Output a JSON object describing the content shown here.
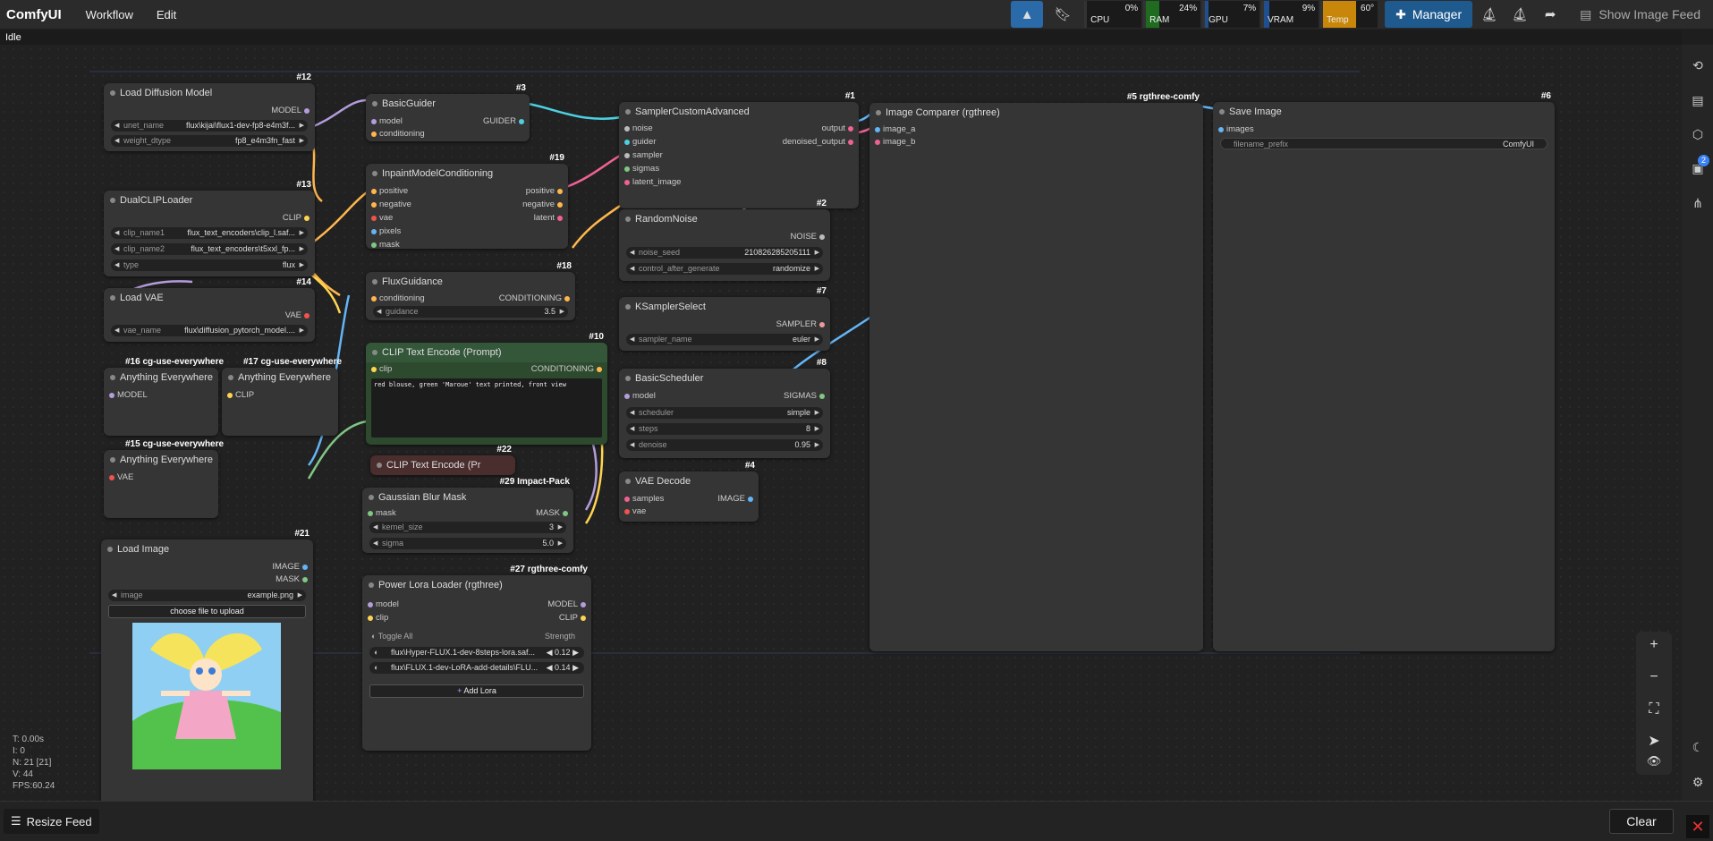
{
  "app": {
    "brand": "ComfyUI",
    "menus": [
      "Workflow",
      "Edit"
    ],
    "status": "Idle"
  },
  "topbar": {
    "meters": [
      {
        "label": "CPU",
        "value": "0%",
        "fill": 0.0,
        "color": "#2a6d2a"
      },
      {
        "label": "RAM",
        "value": "24%",
        "fill": 0.24,
        "color": "#1f6b1f"
      },
      {
        "label": "GPU",
        "value": "7%",
        "fill": 0.07,
        "color": "#1f4f8f"
      },
      {
        "label": "VRAM",
        "value": "9%",
        "fill": 0.09,
        "color": "#1f4f8f"
      },
      {
        "label": "Temp",
        "value": "60°",
        "fill": 0.6,
        "color": "#c8870a"
      }
    ],
    "manager_label": "Manager",
    "feed_label": "Show Image Feed"
  },
  "nodes": {
    "load_diffusion": {
      "id": "#12",
      "title": "Load Diffusion Model",
      "out": "MODEL",
      "unet_name_l": "unet_name",
      "unet_name_v": "flux\\kijai\\flux1-dev-fp8-e4m3f...",
      "weight_dtype_l": "weight_dtype",
      "weight_dtype_v": "fp8_e4m3fn_fast"
    },
    "dualclip": {
      "id": "#13",
      "title": "DualCLIPLoader",
      "out": "CLIP",
      "clip1_l": "clip_name1",
      "clip1_v": "flux_text_encoders\\clip_l.saf...",
      "clip2_l": "clip_name2",
      "clip2_v": "flux_text_encoders\\t5xxl_fp...",
      "type_l": "type",
      "type_v": "flux"
    },
    "loadvae": {
      "id": "#14",
      "title": "Load VAE",
      "out": "VAE",
      "vae_l": "vae_name",
      "vae_v": "flux\\diffusion_pytorch_model...."
    },
    "ae16": {
      "badge": "#16 cg-use-everywhere",
      "title": "Anything Everywhere",
      "in": "MODEL"
    },
    "ae17": {
      "badge": "#17 cg-use-everywhere",
      "title": "Anything Everywhere",
      "in": "CLIP"
    },
    "ae15": {
      "badge": "#15 cg-use-everywhere",
      "title": "Anything Everywhere",
      "in": "VAE"
    },
    "loadimage": {
      "id": "#21",
      "title": "Load Image",
      "out1": "IMAGE",
      "out2": "MASK",
      "image_l": "image",
      "image_v": "example.png",
      "upload": "choose file to upload"
    },
    "guider": {
      "id": "#3",
      "title": "BasicGuider",
      "in1": "model",
      "in2": "conditioning",
      "out": "GUIDER"
    },
    "inpaint": {
      "id": "#19",
      "title": "InpaintModelConditioning",
      "in": [
        "positive",
        "negative",
        "vae",
        "pixels",
        "mask"
      ],
      "out": [
        "positive",
        "negative",
        "latent"
      ]
    },
    "fluxguid": {
      "id": "#18",
      "title": "FluxGuidance",
      "in": "conditioning",
      "out": "CONDITIONING",
      "g_l": "guidance",
      "g_v": "3.5"
    },
    "clipenc": {
      "id": "#10",
      "title": "CLIP Text Encode (Prompt)",
      "in": "clip",
      "out": "CONDITIONING",
      "text": "red blouse, green 'Maroue' text printed, front view"
    },
    "clipenc2": {
      "id": "#22",
      "title": "CLIP Text Encode (Pr"
    },
    "gblur": {
      "badge": "#29 Impact-Pack",
      "title": "Gaussian Blur Mask",
      "in": "mask",
      "out": "MASK",
      "k_l": "kernel_size",
      "k_v": "3",
      "s_l": "sigma",
      "s_v": "5.0"
    },
    "powerlora": {
      "badge": "#27 rgthree-comfy",
      "title": "Power Lora Loader (rgthree)",
      "in1": "model",
      "in2": "clip",
      "out1": "MODEL",
      "out2": "CLIP",
      "toggle": "Toggle All",
      "strength": "Strength",
      "lora1": "flux\\Hyper-FLUX.1-dev-8steps-lora.saf...",
      "lora1_v": "0.12",
      "lora2": "flux\\FLUX.1-dev-LoRA-add-details\\FLU...",
      "lora2_v": "0.14",
      "add": "Add Lora"
    },
    "sampler": {
      "id": "#1",
      "title": "SamplerCustomAdvanced",
      "in": [
        "noise",
        "guider",
        "sampler",
        "sigmas",
        "latent_image"
      ],
      "out": [
        "output",
        "denoised_output"
      ]
    },
    "noise": {
      "id": "#2",
      "title": "RandomNoise",
      "out": "NOISE",
      "seed_l": "noise_seed",
      "seed_v": "210826285205111",
      "cag_l": "control_after_generate",
      "cag_v": "randomize"
    },
    "ksel": {
      "id": "#7",
      "title": "KSamplerSelect",
      "out": "SAMPLER",
      "s_l": "sampler_name",
      "s_v": "euler"
    },
    "sched": {
      "id": "#8",
      "title": "BasicScheduler",
      "in": "model",
      "out": "SIGMAS",
      "sc_l": "scheduler",
      "sc_v": "simple",
      "st_l": "steps",
      "st_v": "8",
      "d_l": "denoise",
      "d_v": "0.95"
    },
    "vaedec": {
      "id": "#4",
      "title": "VAE Decode",
      "in1": "samples",
      "in2": "vae",
      "out": "IMAGE"
    },
    "comparer": {
      "badge": "#5 rgthree-comfy",
      "title": "Image Comparer (rgthree)",
      "in1": "image_a",
      "in2": "image_b"
    },
    "save": {
      "id": "#6",
      "title": "Save Image",
      "in": "images",
      "fp_l": "filename_prefix",
      "fp_v": "ComfyUI"
    }
  },
  "stats": [
    "T: 0.00s",
    "I: 0",
    "N: 21 [21]",
    "V: 44",
    "FPS:60.24"
  ],
  "bottom": {
    "resize": "Resize Feed",
    "clear": "Clear",
    "sidebar_badge": "2"
  }
}
